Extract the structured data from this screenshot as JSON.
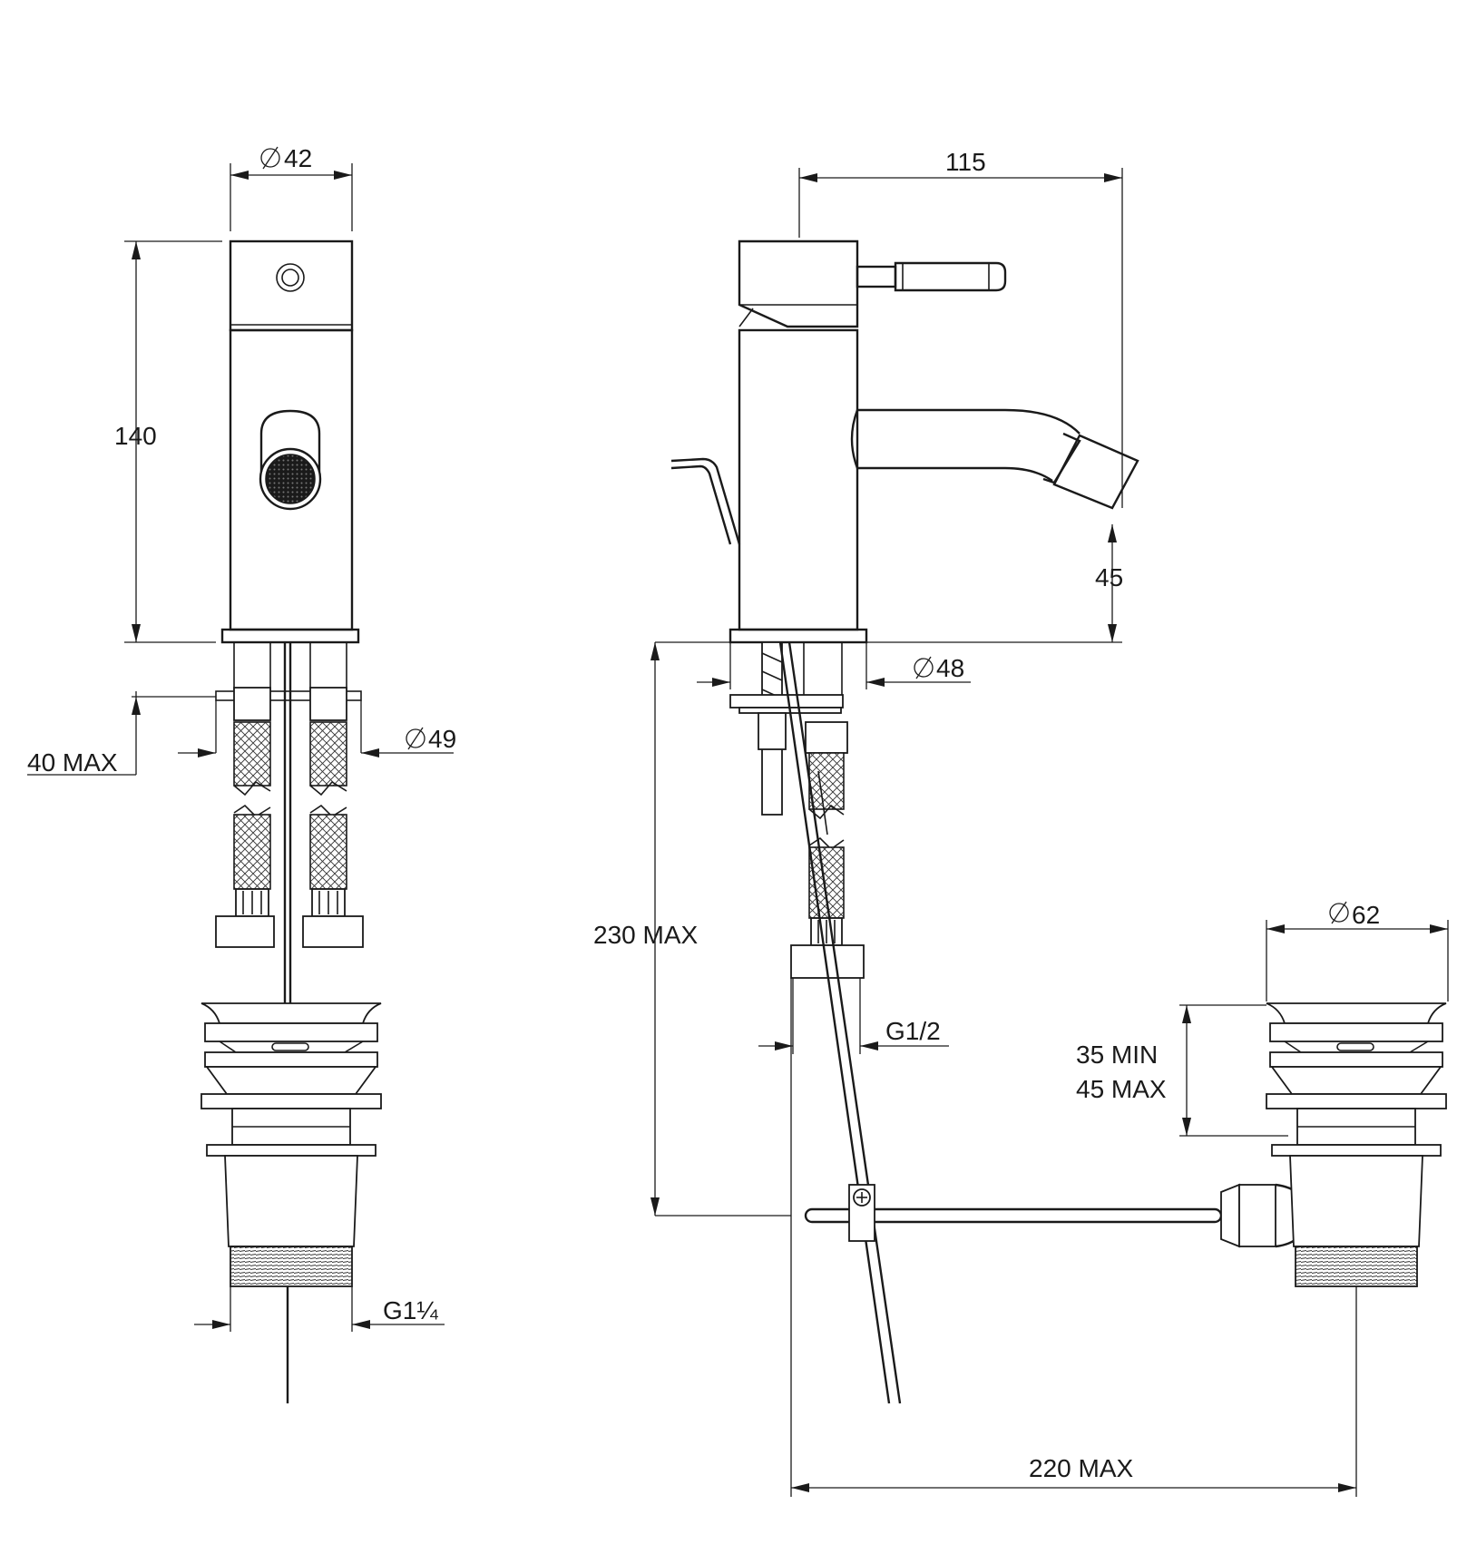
{
  "labels": {
    "dia_42": "42",
    "h_140": "140",
    "max_40": "40 MAX",
    "dia_49": "49",
    "g_1_1_4": "G1¼",
    "len_115": "115",
    "h_45": "45",
    "dia_48": "48",
    "max_230": "230 MAX",
    "g_1_2": "G1/2",
    "dia_62": "62",
    "min_35": "35 MIN",
    "max_45": "45 MAX",
    "max_220": "220 MAX"
  }
}
